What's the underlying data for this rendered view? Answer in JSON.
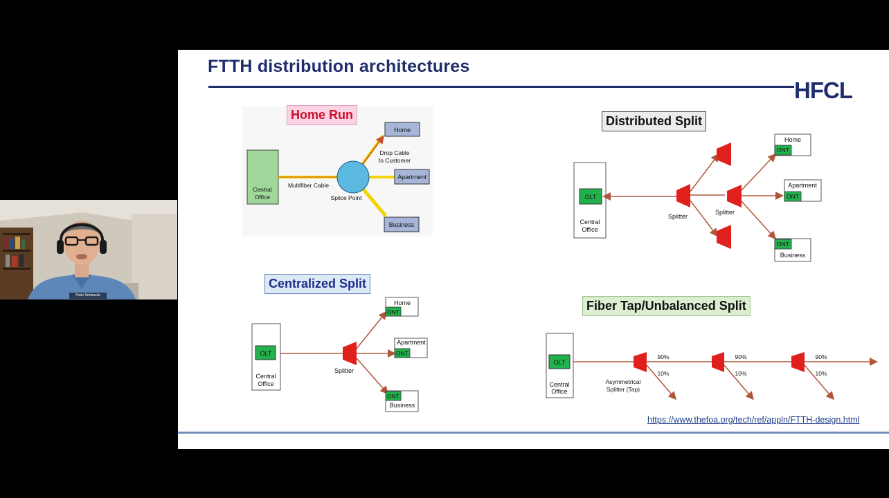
{
  "presenter": {
    "name_tag": "Peter Sentrucks"
  },
  "slide": {
    "title": "FTTH distribution architectures",
    "logo": "HFCL",
    "reference_url": "https://www.thefoa.org/tech/ref/appln/FTTH-design.html"
  },
  "home_run": {
    "heading": "Home Run",
    "central_office": [
      "Central",
      "Office"
    ],
    "cable_label": "Multifiber Cable",
    "splice_label": "Splice Point",
    "drop_label": [
      "Drop Cable",
      "to Customer"
    ],
    "home": "Home",
    "apartment": "Apartment",
    "business": "Business"
  },
  "distributed": {
    "heading": "Distributed Split",
    "olt": "OLT",
    "central_office": [
      "Central",
      "Office"
    ],
    "splitter1": "Splitter",
    "splitter2": "Splitter",
    "home": "Home",
    "apartment": "Apartment",
    "business": "Business",
    "ont": "ONT"
  },
  "centralized": {
    "heading": "Centralized Split",
    "olt": "OLT",
    "central_office": [
      "Central",
      "Office"
    ],
    "splitter": "Splitter",
    "home": "Home",
    "apartment": "Apartment",
    "business": "Business",
    "ont": "ONT"
  },
  "tap": {
    "heading": "Fiber Tap/Unbalanced Split",
    "olt": "OLT",
    "central_office": [
      "Central",
      "Office"
    ],
    "splitter_label": [
      "Asymmetrical",
      "Splitter (Tap)"
    ],
    "pct_high": "90%",
    "pct_low": "10%"
  },
  "colors": {
    "navy": "#1f2d6b",
    "splitter_red": "#e0201c",
    "olt_green": "#22b14c",
    "fiber_brown": "#b0563a",
    "homerun_yellow": "#f2d400"
  }
}
